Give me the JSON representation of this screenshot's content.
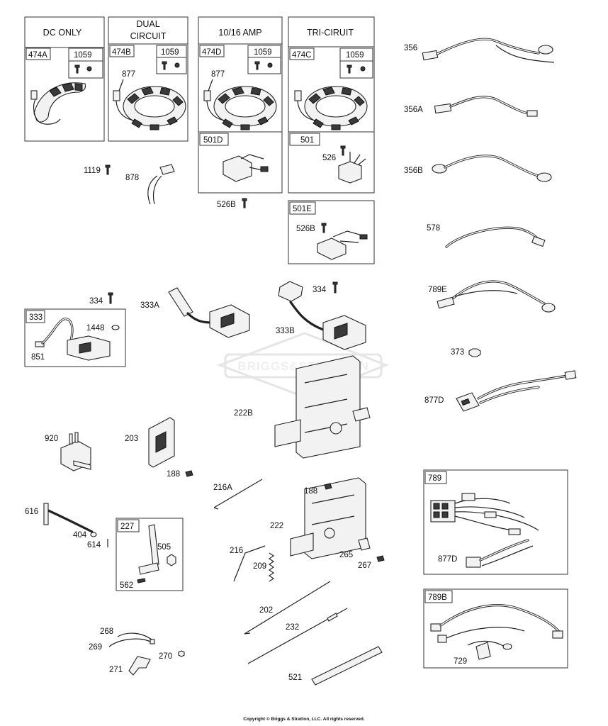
{
  "boxes": {
    "dc_only": "DC ONLY",
    "dual_circuit_line1": "DUAL",
    "dual_circuit_line2": "CIRCUIT",
    "amp": "10/16 AMP",
    "tri_circuit": "TRI-CIRUIT"
  },
  "parts": {
    "p474A": "474A",
    "p474B": "474B",
    "p474D": "474D",
    "p474C": "474C",
    "p1059": "1059",
    "p877": "877",
    "p878": "878",
    "p1119": "1119",
    "p501D": "501D",
    "p501": "501",
    "p526": "526",
    "p526B": "526B",
    "p501E": "501E",
    "p356": "356",
    "p356A": "356A",
    "p356B": "356B",
    "p578": "578",
    "p789E": "789E",
    "p373": "373",
    "p877D": "877D",
    "p333": "333",
    "p334": "334",
    "p1448": "1448",
    "p851": "851",
    "p333A": "333A",
    "p333B": "333B",
    "p222B": "222B",
    "p920": "920",
    "p203": "203",
    "p188": "188",
    "p216A": "216A",
    "p616": "616",
    "p404": "404",
    "p614": "614",
    "p227": "227",
    "p505": "505",
    "p562": "562",
    "p222": "222",
    "p216": "216",
    "p209": "209",
    "p265": "265",
    "p267": "267",
    "p202": "202",
    "p232": "232",
    "p521": "521",
    "p268": "268",
    "p269": "269",
    "p270": "270",
    "p271": "271",
    "p789": "789",
    "p789B": "789B",
    "p729": "729"
  },
  "watermark": "BRIGGS&STRATTON",
  "copyright": "Copyright © Briggs & Stratton, LLC. All rights reserved."
}
